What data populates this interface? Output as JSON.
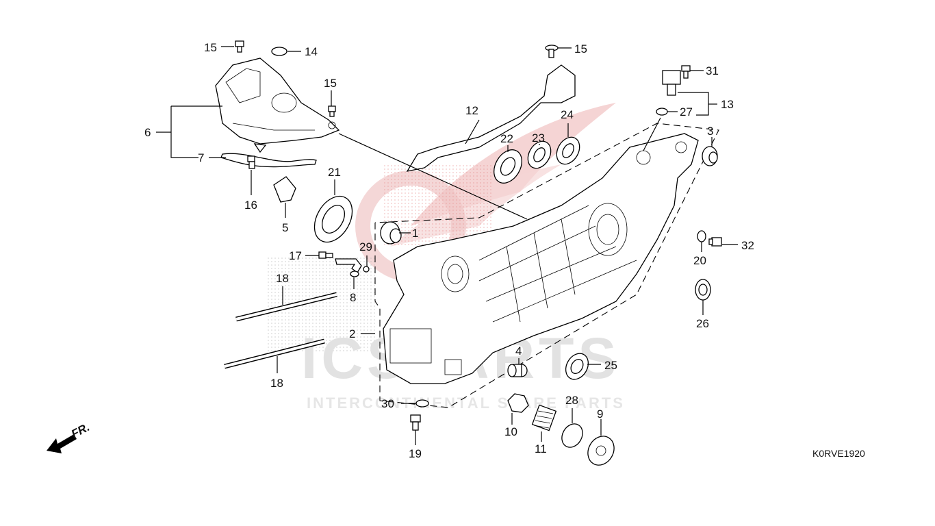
{
  "diagram": {
    "code": "K0RVE1920",
    "front_label": "FR.",
    "watermark": {
      "brand": "ICSPARTS",
      "tagline": "INTERCONTINENTAL SPARE PARTS",
      "color": "#d8d8d8",
      "accent": "#e06060"
    },
    "callouts": {
      "c1": "1",
      "c2": "2",
      "c3": "3",
      "c4": "4",
      "c5": "5",
      "c6": "6",
      "c7": "7",
      "c8": "8",
      "c9": "9",
      "c10": "10",
      "c11": "11",
      "c12": "12",
      "c13": "13",
      "c14": "14",
      "c15a": "15",
      "c15b": "15",
      "c15c": "15",
      "c16": "16",
      "c17": "17",
      "c18a": "18",
      "c18b": "18",
      "c19": "19",
      "c20": "20",
      "c21": "21",
      "c22": "22",
      "c23": "23",
      "c24": "24",
      "c25": "25",
      "c26": "26",
      "c27": "27",
      "c28": "28",
      "c29": "29",
      "c30": "30",
      "c31": "31",
      "c32": "32"
    }
  }
}
